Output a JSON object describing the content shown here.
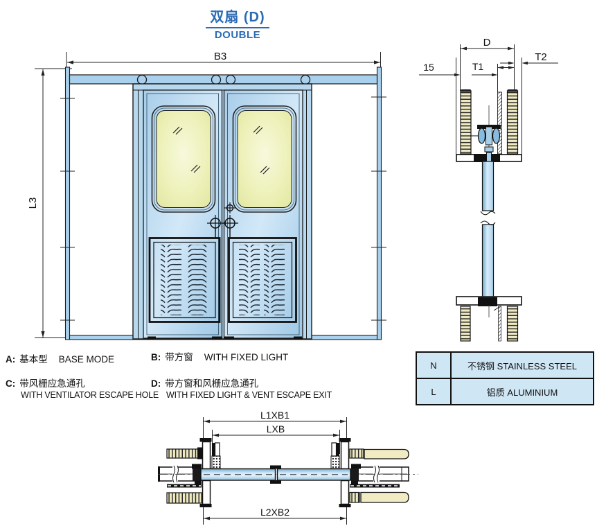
{
  "title": {
    "cn": "双扇 (D)",
    "en": "DOUBLE"
  },
  "dimensions": {
    "b3": "B3",
    "l3": "L3",
    "d": "D",
    "t1": "T1",
    "t2": "T2",
    "gap15": "15",
    "plan_outer": "L1XB1",
    "plan_opening": "LXB",
    "plan_bottom": "L2XB2"
  },
  "type_labels": [
    {
      "key": "A:",
      "cn": "基本型",
      "en": "BASE MODE"
    },
    {
      "key": "B:",
      "cn": "带方窗",
      "en": "WITH FIXED LIGHT"
    },
    {
      "key": "C:",
      "cn": "带风栅应急通孔",
      "en": "WITH VENTILATOR ESCAPE HOLE"
    },
    {
      "key": "D:",
      "cn": "带方窗和风栅应急通孔",
      "en": "WITH FIXED LIGHT & VENT ESCAPE EXIT"
    }
  ],
  "material_table": {
    "rows": [
      {
        "code": "N",
        "name": "不锈钢 STAINLESS STEEL"
      },
      {
        "code": "L",
        "name": "铝质 ALUMINIUM"
      }
    ]
  },
  "colors": {
    "accent_blue": "#2a6bb5",
    "line": "#1a1a1a",
    "door_blue": "#b7d8ef",
    "track_blue": "#a9d0ec",
    "glass_green": "#eaefad",
    "wall_cream": "#f0ebc2",
    "table_bg": "#cfe6f5"
  }
}
